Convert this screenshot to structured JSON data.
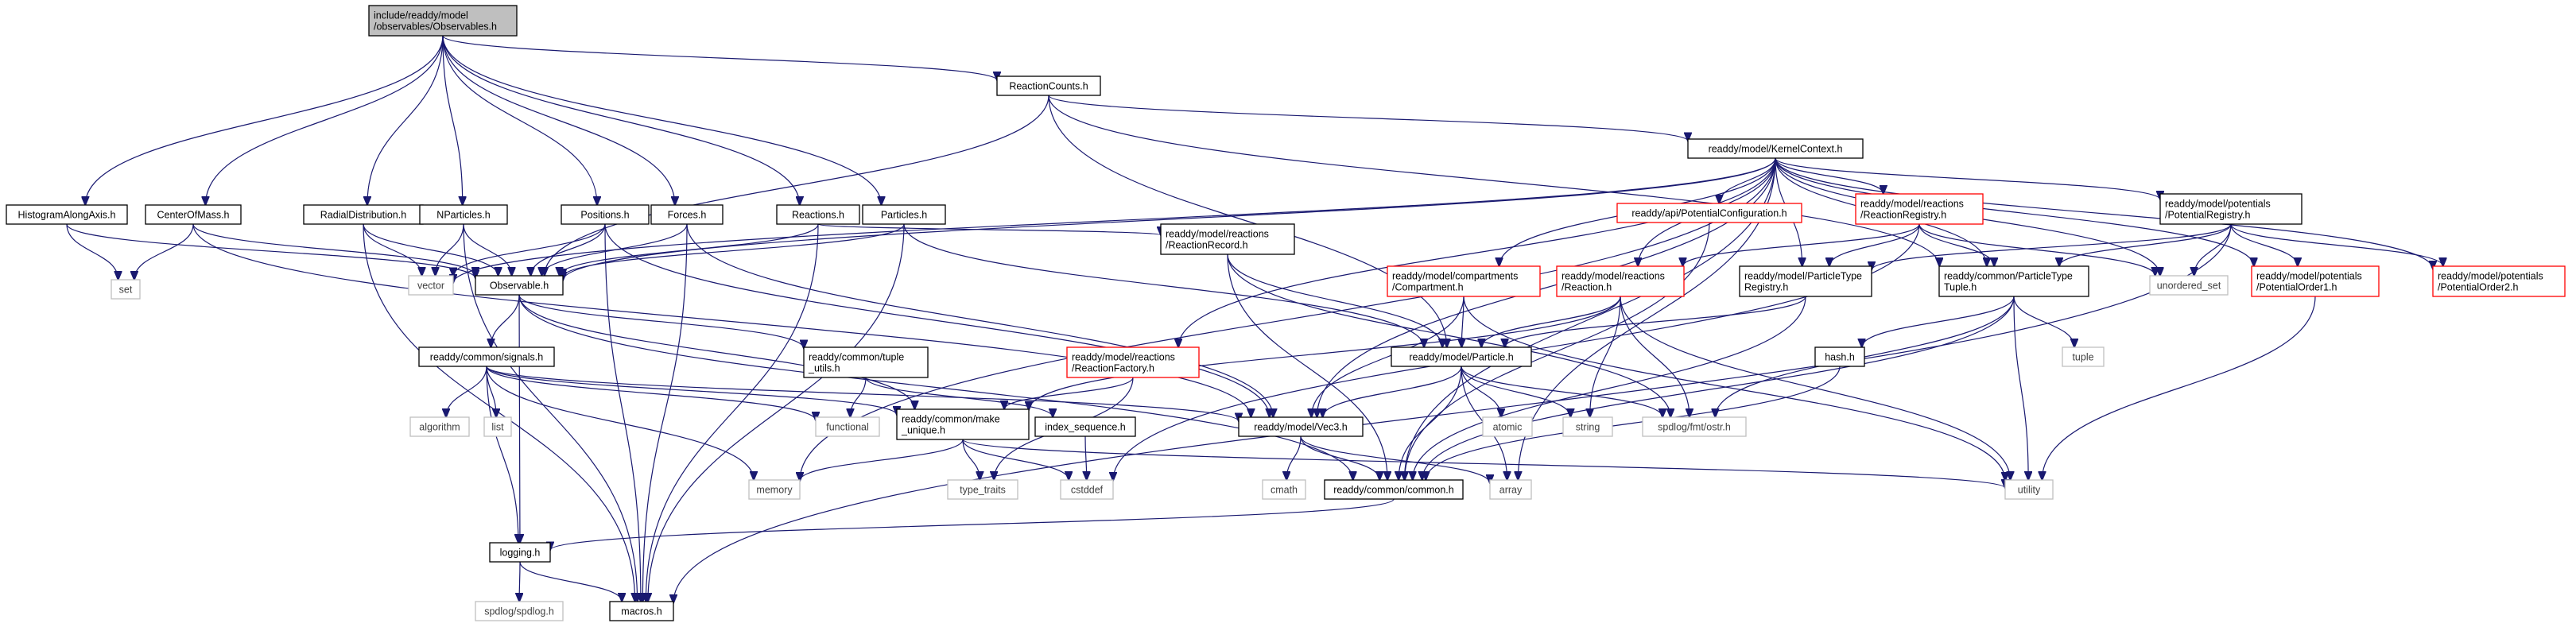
{
  "graph": {
    "nodes": [
      {
        "id": "root",
        "lines": [
          "include/readdy/model",
          "/observables/Observables.h"
        ],
        "style": "root"
      },
      {
        "id": "reaction_counts",
        "lines": [
          "ReactionCounts.h"
        ],
        "style": "normal"
      },
      {
        "id": "kernel_context",
        "lines": [
          "readdy/model/KernelContext.h"
        ],
        "style": "normal"
      },
      {
        "id": "histogram",
        "lines": [
          "HistogramAlongAxis.h"
        ],
        "style": "normal"
      },
      {
        "id": "center_of_mass",
        "lines": [
          "CenterOfMass.h"
        ],
        "style": "normal"
      },
      {
        "id": "radial",
        "lines": [
          "RadialDistribution.h"
        ],
        "style": "normal"
      },
      {
        "id": "nparticles",
        "lines": [
          "NParticles.h"
        ],
        "style": "normal"
      },
      {
        "id": "positions",
        "lines": [
          "Positions.h"
        ],
        "style": "normal"
      },
      {
        "id": "forces",
        "lines": [
          "Forces.h"
        ],
        "style": "normal"
      },
      {
        "id": "reactions",
        "lines": [
          "Reactions.h"
        ],
        "style": "normal"
      },
      {
        "id": "particles",
        "lines": [
          "Particles.h"
        ],
        "style": "normal"
      },
      {
        "id": "set",
        "lines": [
          "set"
        ],
        "style": "sys"
      },
      {
        "id": "vector",
        "lines": [
          "vector"
        ],
        "style": "sys"
      },
      {
        "id": "observable",
        "lines": [
          "Observable.h"
        ],
        "style": "normal"
      },
      {
        "id": "signals",
        "lines": [
          "readdy/common/signals.h"
        ],
        "style": "normal"
      },
      {
        "id": "algorithm",
        "lines": [
          "algorithm"
        ],
        "style": "sys"
      },
      {
        "id": "list",
        "lines": [
          "list"
        ],
        "style": "sys"
      },
      {
        "id": "memory",
        "lines": [
          "memory"
        ],
        "style": "sys"
      },
      {
        "id": "logging",
        "lines": [
          "logging.h"
        ],
        "style": "normal"
      },
      {
        "id": "spdlog",
        "lines": [
          "spdlog/spdlog.h"
        ],
        "style": "sys"
      },
      {
        "id": "macros",
        "lines": [
          "macros.h"
        ],
        "style": "normal"
      },
      {
        "id": "tuple_utils",
        "lines": [
          "readdy/common/tuple",
          "_utils.h"
        ],
        "style": "normal"
      },
      {
        "id": "functional",
        "lines": [
          "functional"
        ],
        "style": "sys"
      },
      {
        "id": "make_unique",
        "lines": [
          "readdy/common/make",
          "_unique.h"
        ],
        "style": "normal"
      },
      {
        "id": "index_sequence",
        "lines": [
          "index_sequence.h"
        ],
        "style": "normal"
      },
      {
        "id": "type_traits",
        "lines": [
          "type_traits"
        ],
        "style": "sys"
      },
      {
        "id": "cstddef",
        "lines": [
          "cstddef"
        ],
        "style": "sys"
      },
      {
        "id": "reaction_record",
        "lines": [
          "readdy/model/reactions",
          "/ReactionRecord.h"
        ],
        "style": "normal"
      },
      {
        "id": "reaction_factory",
        "lines": [
          "readdy/model/reactions",
          "/ReactionFactory.h"
        ],
        "style": "red"
      },
      {
        "id": "compartment",
        "lines": [
          "readdy/model/compartments",
          "/Compartment.h"
        ],
        "style": "red"
      },
      {
        "id": "potential_config",
        "lines": [
          "readdy/api/PotentialConfiguration.h"
        ],
        "style": "red"
      },
      {
        "id": "reaction_registry",
        "lines": [
          "readdy/model/reactions",
          "/ReactionRegistry.h"
        ],
        "style": "red"
      },
      {
        "id": "reaction_h",
        "lines": [
          "readdy/model/reactions",
          "/Reaction.h"
        ],
        "style": "red"
      },
      {
        "id": "particle_type_registry",
        "lines": [
          "readdy/model/ParticleType",
          "Registry.h"
        ],
        "style": "normal"
      },
      {
        "id": "particle_type_tuple",
        "lines": [
          "readdy/common/ParticleType",
          "Tuple.h"
        ],
        "style": "normal"
      },
      {
        "id": "potential_registry",
        "lines": [
          "readdy/model/potentials",
          "/PotentialRegistry.h"
        ],
        "style": "normal"
      },
      {
        "id": "unordered_set",
        "lines": [
          "unordered_set"
        ],
        "style": "sys"
      },
      {
        "id": "potential_order1",
        "lines": [
          "readdy/model/potentials",
          "/PotentialOrder1.h"
        ],
        "style": "red"
      },
      {
        "id": "potential_order2",
        "lines": [
          "readdy/model/potentials",
          "/PotentialOrder2.h"
        ],
        "style": "red"
      },
      {
        "id": "particle_h",
        "lines": [
          "readdy/model/Particle.h"
        ],
        "style": "normal"
      },
      {
        "id": "vec3",
        "lines": [
          "readdy/model/Vec3.h"
        ],
        "style": "normal"
      },
      {
        "id": "atomic",
        "lines": [
          "atomic"
        ],
        "style": "sys"
      },
      {
        "id": "string",
        "lines": [
          "string"
        ],
        "style": "sys"
      },
      {
        "id": "fmt_ostr",
        "lines": [
          "spdlog/fmt/ostr.h"
        ],
        "style": "sys"
      },
      {
        "id": "hash",
        "lines": [
          "hash.h"
        ],
        "style": "normal"
      },
      {
        "id": "tuple",
        "lines": [
          "tuple"
        ],
        "style": "sys"
      },
      {
        "id": "cmath",
        "lines": [
          "cmath"
        ],
        "style": "sys"
      },
      {
        "id": "common_h",
        "lines": [
          "readdy/common/common.h"
        ],
        "style": "normal"
      },
      {
        "id": "array",
        "lines": [
          "array"
        ],
        "style": "sys"
      },
      {
        "id": "utility",
        "lines": [
          "utility"
        ],
        "style": "sys"
      }
    ]
  }
}
